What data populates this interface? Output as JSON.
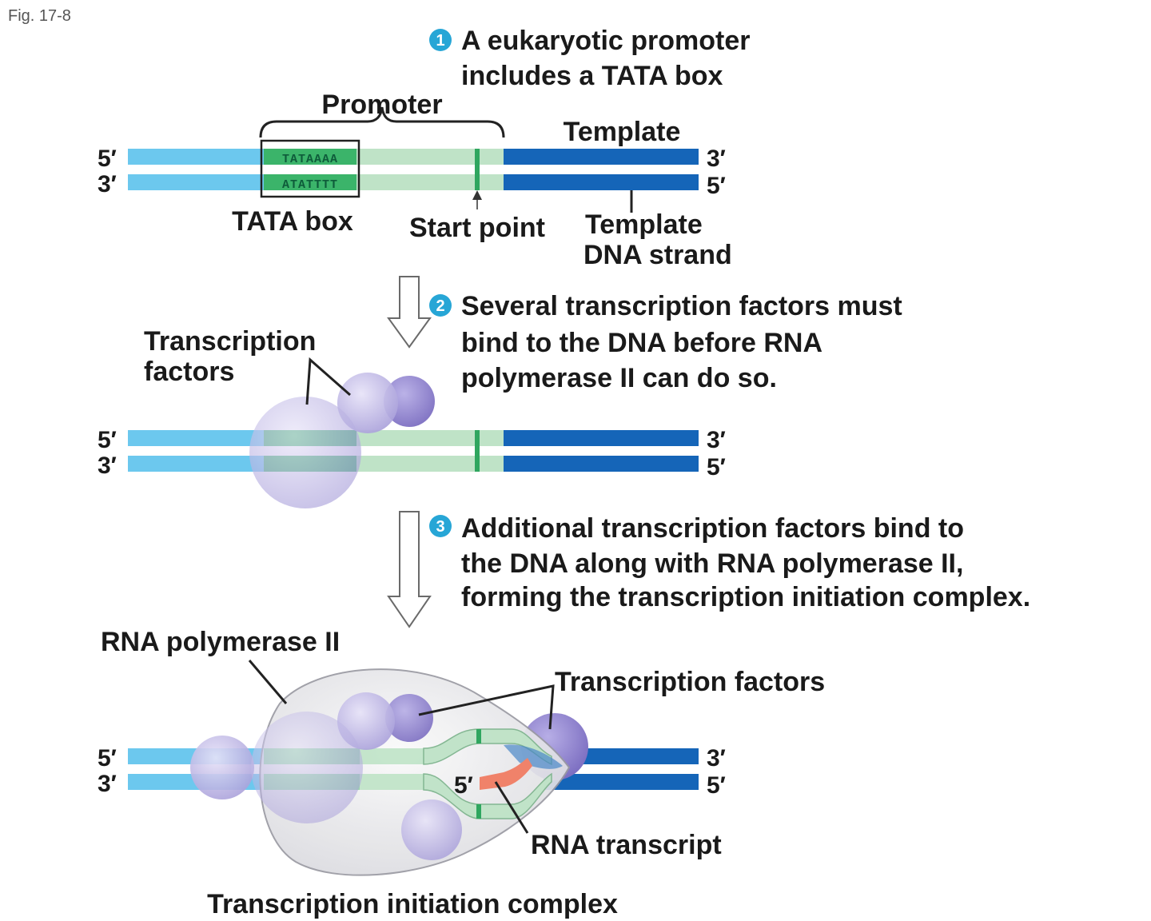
{
  "figure_label": "Fig. 17-8",
  "colors": {
    "light_strand": "#6cc8ee",
    "promoter_region": "#bfe3c7",
    "template_region": "#1565b8",
    "tata_box": "#3bb46a",
    "start_mark": "#2fa65f",
    "protein": "#b9b2e3",
    "protein_dark": "#8c80cc",
    "polymerase_shell": "#e6e6ea",
    "rna": "#f0826a",
    "step_badge": "#27a6d6"
  },
  "step1": {
    "number": "1",
    "text_lines": [
      "A eukaryotic promoter",
      "includes a TATA box"
    ],
    "promoter_label": "Promoter",
    "template_label": "Template",
    "top_strand_5": "5′",
    "top_strand_3": "3′",
    "bottom_strand_3": "3′",
    "bottom_strand_5": "5′",
    "tata_top_seq": "TATAAAA",
    "tata_bottom_seq": "ATATTTT",
    "tata_box_label": "TATA box",
    "start_point_label": "Start point",
    "template_strand_label_lines": [
      "Template",
      "DNA strand"
    ]
  },
  "step2": {
    "number": "2",
    "text_lines": [
      "Several transcription factors must",
      "bind to the DNA before RNA",
      "polymerase II can do so."
    ],
    "tf_label_lines": [
      "Transcription",
      "factors"
    ],
    "top_strand_5": "5′",
    "top_strand_3": "3′",
    "bottom_strand_3": "3′",
    "bottom_strand_5": "5′"
  },
  "step3": {
    "number": "3",
    "text_lines": [
      "Additional transcription factors bind to",
      "the DNA along with RNA polymerase II,",
      "forming the transcription initiation complex."
    ],
    "rna_pol_label": "RNA polymerase II",
    "tf_label": "Transcription factors",
    "rna_5_label": "5′",
    "rna_transcript_label": "RNA transcript",
    "complex_label": "Transcription initiation complex",
    "top_strand_5": "5′",
    "top_strand_3": "3′",
    "bottom_strand_3": "3′",
    "bottom_strand_5": "5′"
  }
}
